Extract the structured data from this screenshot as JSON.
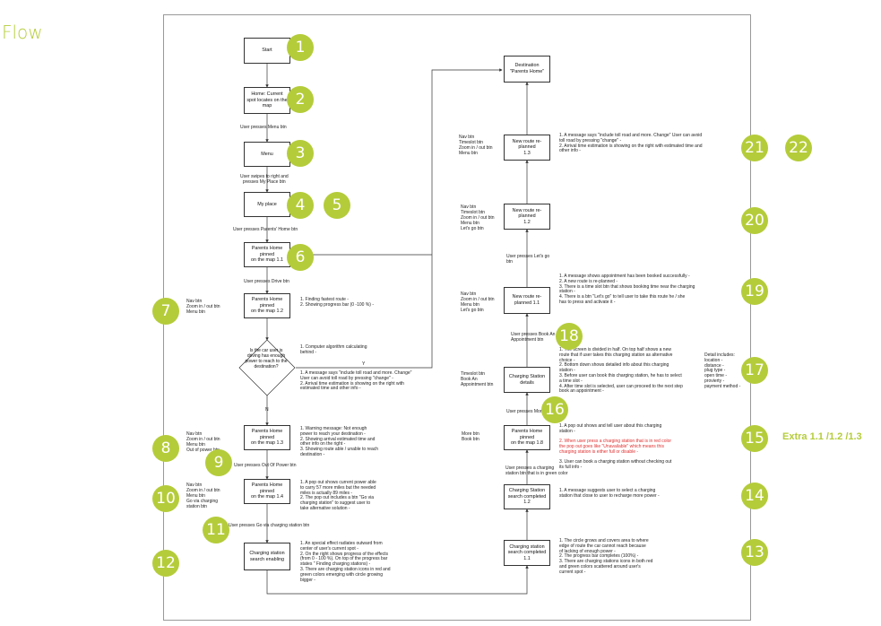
{
  "page_title": "Flow",
  "extra_label": "Extra 1.1 /1.2 /1.3",
  "nodes": {
    "start": "Start",
    "home": "Home: Current\nspot locates on the\nmap",
    "menu": "Menu",
    "my_place": "My place",
    "parents_11": "Parents Home\npinned\non the map  1.1",
    "parents_12": "Parents Home\npinned\non the map 1.2",
    "decision": "Is the car user is\ndriving has enough\npower to reach to the\ndestination?",
    "parents_13": "Parents Home\npinned\non the map 1.3",
    "parents_14": "Parents Home\npinned\non the map 1.4",
    "cs_enabling": "Charging station\nsearch enabling",
    "cs_completed_11": "Charging station\nsearch completed\n1.1",
    "cs_completed_12": "Charging Station\nsearch completed\n1.2",
    "parents_18": "Parents Home\npinned\non the map 1.8",
    "cs_details": "Charging Station\ndetails",
    "new_route_11": "New route re-\nplanned 1.1",
    "new_route_12": "New route re-\nplanned\n1.2",
    "new_route_13": "New route re-\nplanned\n1.3",
    "destination": "Destination\n\"Parents Home\""
  },
  "edge_labels": {
    "menu_btn": "User presses Menu btn",
    "swipe": "User swipes to right and\npresses My Place btn",
    "parents_btn": "User presses Parents' Home btn",
    "drive_btn": "User presses Drive btn",
    "y": "Y",
    "n": "N",
    "out_of_power": "User presses Out Of Power btn",
    "go_via": "User presses Go via charging station btn",
    "green_station": "User presses a charging\nstation btn that is in green color",
    "more_btn": "User presses More btn",
    "book_appt": "User presses Book An\nAppointment btn",
    "lets_go": "User presses Let's go\nbtn"
  },
  "notes": {
    "n12": "1. Finding fastest route -\n2. Showing progress bar (0 -100 %) -",
    "decision_1": "1. Computer algorithm calculating\n    behind  -",
    "decision_2": "1. A message says \"include toll road and more. Change\"\n    User can avoid toll road by pressing \"change\" -\n2. Arrival time estimation is showing on the right with\n    estimated time and other info -",
    "n13": "1. Warning message: Not enough\n    power to reach your destination -\n2. Showing arrival estimated time and\n    other info on the right -\n3. Showing route able / unable to reach\n    destination -",
    "n14": "1. A pop out shows current power able\n    to carry 57 more miles but the needed\n    miles is actually 89 miles -\n2. The pop out includes a btn \"Go via\n    charging station\" to suggest user to\n    take alternative solution -",
    "cs_enabling": "1. An special effect radiates outward from\n    center of user's current spot -\n2. On the right shows progress of the effects\n    (from 0 - 100 %). On top of the progress bar\n    states \" Finding charging stations) -\n3. There are charging station icons in red and\n    green colors emerging with circle growing\n    bigger -",
    "cs_completed_11": "1. The circle grows and covers area to where\n    edge of route the car cannot reach because\n    of lacking of enough power -\n2. The progress bar completes (100%) -\n3. There are charging stations icons in both red\n    and green colors scattered around user's\n    current spot -",
    "cs_completed_12": "1. A message suggests user to select a charging\n    station that close to user to recharge more power -",
    "n18_1": "1. A pop out shows and tell user about this charging\n    station -",
    "n18_2": "2. When user press a charging station that is in red color\n    the pop out goes like \"Unavailable\" which means this\n    charging station is either full or disable -",
    "n18_3": "3. User can book a charging station without checking out\n    its full info -",
    "cs_details": "1. The screen is divided in half. On top half shows a new\n    route that if user takes this charging station as alternative\n    choice -\n2. Bottom down shows detailed info about this charging\n    station -\n3. Before user can book this charging station, he has to select\n    a time slot -\n4. After time slot is selected, user can proceed to the next step\n    book an appointment -",
    "new_route_11": "1. A message shows appointment has been booked successfully -\n2. A new route is re-planned -\n3. There is a time slot btn that shows booking time near the charging\n    station -\n4. There is a btn \"Let's go\" to tell user to take this route he / she\n    has to press and activate it -",
    "new_route_13": "1. A message says \"include toll road and more. Change\" User can avoid\n    toll road by pressing \"change\" -\n2. Arrival time estimation is showing on the right with estimated time and\n    other info -",
    "details_include": "Detail includes:\nlocation -\ndistance -\nplug type -\nopen time -\nprovierty -\npayment method -"
  },
  "side_labels": {
    "s7": "Nav btn\nZoom in / out btn\nMenu btn",
    "s8": "Nav btn\nZoom in / out btn\nMenu btn\nOut of power btn",
    "s10": "Nav btn\nZoom in / out btn\nMenu btn\nGo via charging\nstation btn",
    "s18": "More btn\nBook btn",
    "s_details": "Timeslot btn\nBook An\nAppointment btn",
    "s_nr11": "Nav btn\nZoom in / out btn\nMenu btn\nLet's go btn",
    "s_nr12": "Nav btn\nTimeslot btn\nZoom in / out btn\nMenu btn\nLet's go btn",
    "s_nr13": "Nav btn\nTimeslot btn\nZoom in / out btn\nMenu btn"
  },
  "circles": [
    "1",
    "2",
    "3",
    "4",
    "5",
    "6",
    "7",
    "8",
    "9",
    "10",
    "11",
    "12",
    "13",
    "14",
    "15",
    "16",
    "17",
    "18",
    "19",
    "20",
    "21",
    "22"
  ],
  "accent_color": "#b5cc3a"
}
